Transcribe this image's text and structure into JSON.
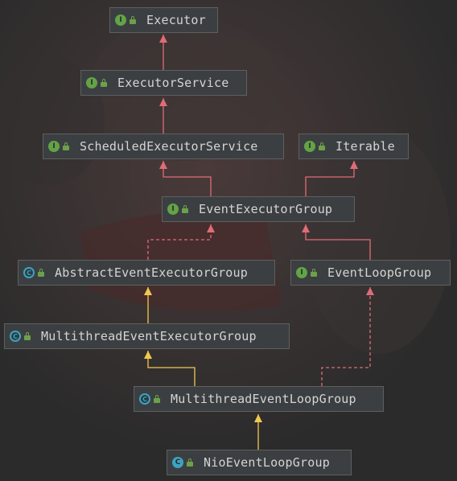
{
  "diagram": {
    "nodes": [
      {
        "id": "executor",
        "label": "Executor",
        "kind": "interface",
        "badge": "I"
      },
      {
        "id": "executor_service",
        "label": "ExecutorService",
        "kind": "interface",
        "badge": "I"
      },
      {
        "id": "scheduled_executor_service",
        "label": "ScheduledExecutorService",
        "kind": "interface",
        "badge": "I"
      },
      {
        "id": "iterable",
        "label": "Iterable",
        "kind": "interface",
        "badge": "I"
      },
      {
        "id": "event_executor_group",
        "label": "EventExecutorGroup",
        "kind": "interface",
        "badge": "I"
      },
      {
        "id": "abstract_event_executor_group",
        "label": "AbstractEventExecutorGroup",
        "kind": "abstract-class",
        "badge": "C"
      },
      {
        "id": "event_loop_group",
        "label": "EventLoopGroup",
        "kind": "interface",
        "badge": "I"
      },
      {
        "id": "multithread_event_executor_group",
        "label": "MultithreadEventExecutorGroup",
        "kind": "abstract-class",
        "badge": "C"
      },
      {
        "id": "multithread_event_loop_group",
        "label": "MultithreadEventLoopGroup",
        "kind": "abstract-class",
        "badge": "C"
      },
      {
        "id": "nio_event_loop_group",
        "label": "NioEventLoopGroup",
        "kind": "class",
        "badge": "C"
      }
    ],
    "edges": [
      {
        "from": "executor_service",
        "to": "executor",
        "type": "extends"
      },
      {
        "from": "scheduled_executor_service",
        "to": "executor_service",
        "type": "extends"
      },
      {
        "from": "event_executor_group",
        "to": "scheduled_executor_service",
        "type": "extends"
      },
      {
        "from": "event_executor_group",
        "to": "iterable",
        "type": "extends"
      },
      {
        "from": "abstract_event_executor_group",
        "to": "event_executor_group",
        "type": "implements"
      },
      {
        "from": "event_loop_group",
        "to": "event_executor_group",
        "type": "extends"
      },
      {
        "from": "multithread_event_executor_group",
        "to": "abstract_event_executor_group",
        "type": "class-extends"
      },
      {
        "from": "multithread_event_loop_group",
        "to": "multithread_event_executor_group",
        "type": "class-extends"
      },
      {
        "from": "multithread_event_loop_group",
        "to": "event_loop_group",
        "type": "implements"
      },
      {
        "from": "nio_event_loop_group",
        "to": "multithread_event_loop_group",
        "type": "class-extends"
      }
    ],
    "colors": {
      "background": "#2b2b2b",
      "node_fill": "#3c3f41",
      "node_border": "#5e6060",
      "text": "#d4d4d4",
      "interface_edge": "#e06c75",
      "class_edge": "#f0c850",
      "interface_icon": "#62a347",
      "class_icon": "#3ea3c1"
    }
  }
}
